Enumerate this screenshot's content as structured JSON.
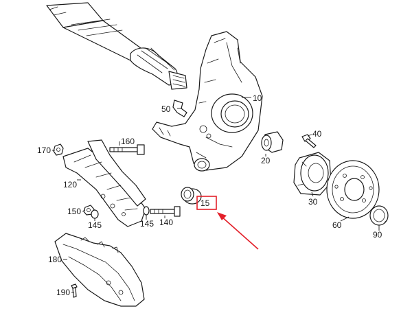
{
  "labels": {
    "l10": "10",
    "l15": "15",
    "l20": "20",
    "l30": "30",
    "l40": "40",
    "l50": "50",
    "l60": "60",
    "l90": "90",
    "l120": "120",
    "l140": "140",
    "l145a": "145",
    "l145b": "145",
    "l150": "150",
    "l160": "160",
    "l170": "170",
    "l180": "180",
    "l190": "190"
  },
  "highlight": {
    "part_number": "15",
    "color": "#e3202a"
  }
}
